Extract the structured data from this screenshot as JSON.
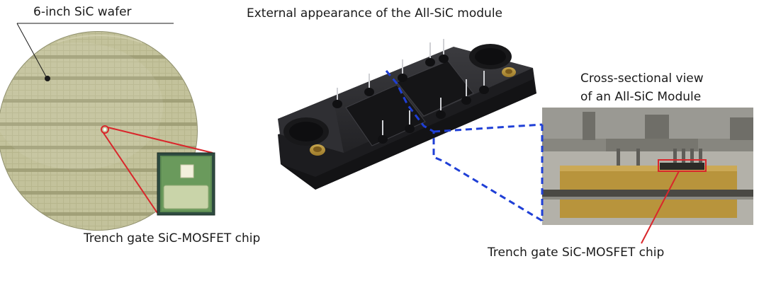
{
  "labels": {
    "wafer": "6-inch SiC wafer",
    "module_title": "External appearance of the All-SiC module",
    "cross_section_line1": "Cross-sectional view",
    "cross_section_line2": "of an All-SiC Module",
    "chip_left": "Trench gate SiC-MOSFET chip",
    "chip_right": "Trench gate SiC-MOSFET chip"
  },
  "colors": {
    "callout_red": "#d9262b",
    "connector_blue": "#1f3fd6",
    "wafer_surface": "#b9b98f",
    "chip_green": "#4f7a3e",
    "module_body": "#2a2a2d",
    "cross_gold": "#b4913a"
  }
}
